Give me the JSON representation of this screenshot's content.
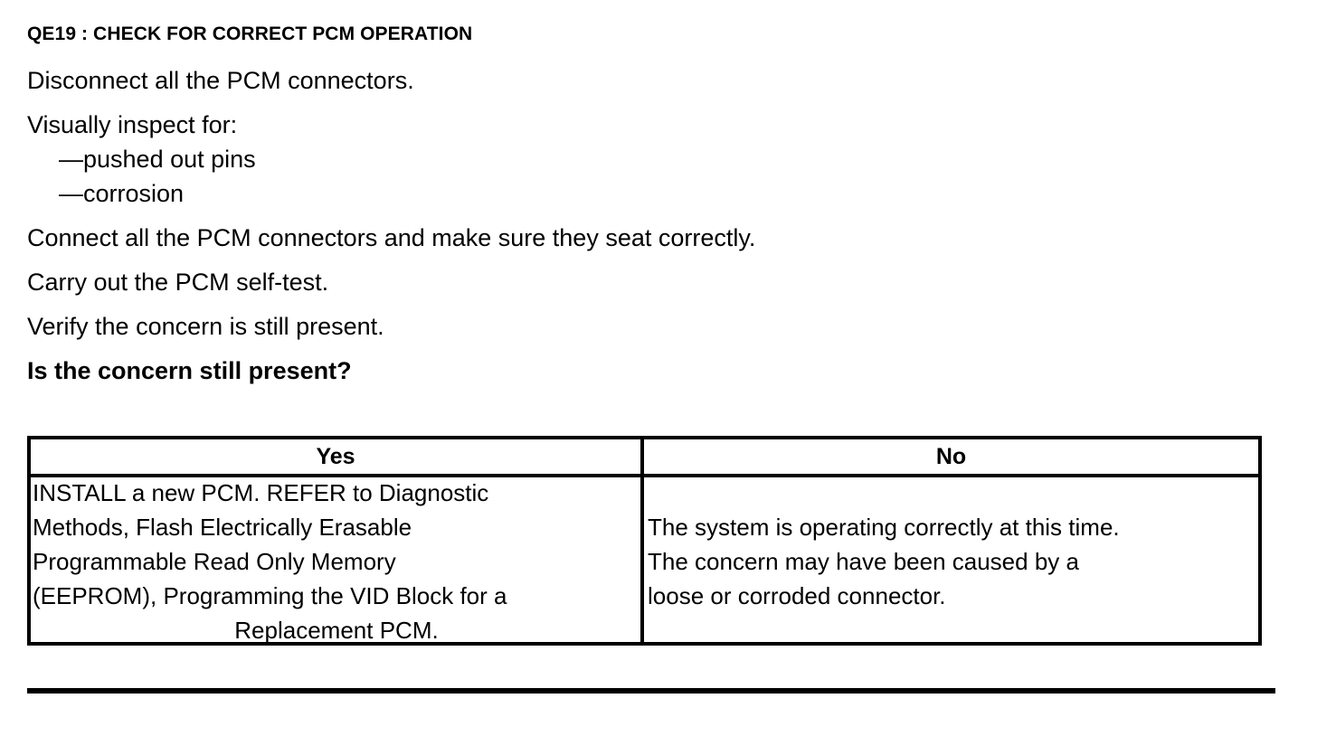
{
  "document": {
    "step_heading": "QE19 : CHECK FOR CORRECT PCM OPERATION",
    "instructions": [
      {
        "text": "Disconnect all the PCM connectors.",
        "style": "normal",
        "indent": false
      },
      {
        "text": "Visually inspect for:",
        "style": "normal",
        "indent": false
      },
      {
        "text": "—pushed out pins",
        "style": "normal",
        "indent": true
      },
      {
        "text": "—corrosion",
        "style": "normal",
        "indent": true
      },
      {
        "text": "Connect all the PCM connectors and make sure they seat correctly.",
        "style": "normal",
        "indent": false
      },
      {
        "text": "Carry out the PCM self-test.",
        "style": "normal",
        "indent": false
      },
      {
        "text": "Verify the concern is still present.",
        "style": "normal",
        "indent": false
      },
      {
        "text": "Is the concern still present?",
        "style": "bold",
        "indent": false
      }
    ],
    "decision_table": {
      "headers": {
        "yes": "Yes",
        "no": "No"
      },
      "yes_action": {
        "lines": [
          "INSTALL a new PCM. REFER to Diagnostic",
          "Methods, Flash Electrically Erasable",
          "Programmable Read Only Memory",
          "(EEPROM), Programming the VID Block for a",
          "Replacement PCM."
        ]
      },
      "no_action": {
        "lines": [
          "The system is operating correctly at this time.",
          "The concern may have been caused by a",
          "loose or corroded connector."
        ]
      }
    },
    "colors": {
      "text": "#000000",
      "background": "#ffffff",
      "rule": "#000000"
    }
  }
}
